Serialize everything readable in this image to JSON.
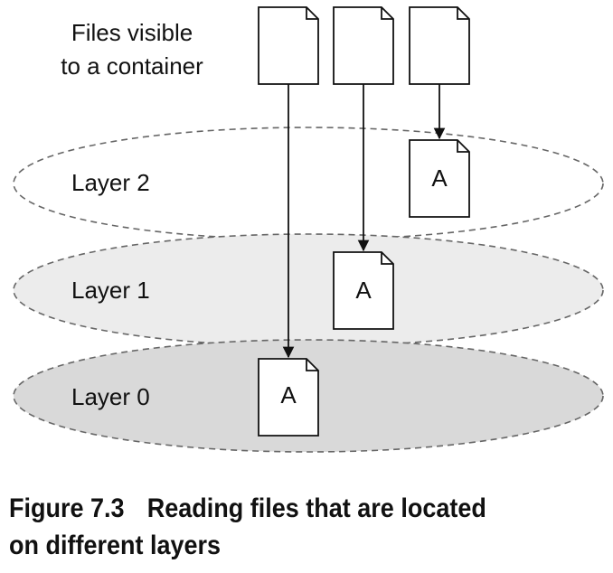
{
  "header": {
    "line1": "Files visible",
    "line2": "to a container"
  },
  "layers": [
    {
      "label": "Layer 2",
      "fill": "#ffffff"
    },
    {
      "label": "Layer 1",
      "fill": "#ececec"
    },
    {
      "label": "Layer 0",
      "fill": "#d9d9d9"
    }
  ],
  "file_label": "A",
  "colors": {
    "stroke": "#111111",
    "dash": "#666666"
  },
  "caption": {
    "number": "Figure 7.3",
    "text_line1": "Reading files that are located",
    "text_line2": "on different layers"
  }
}
